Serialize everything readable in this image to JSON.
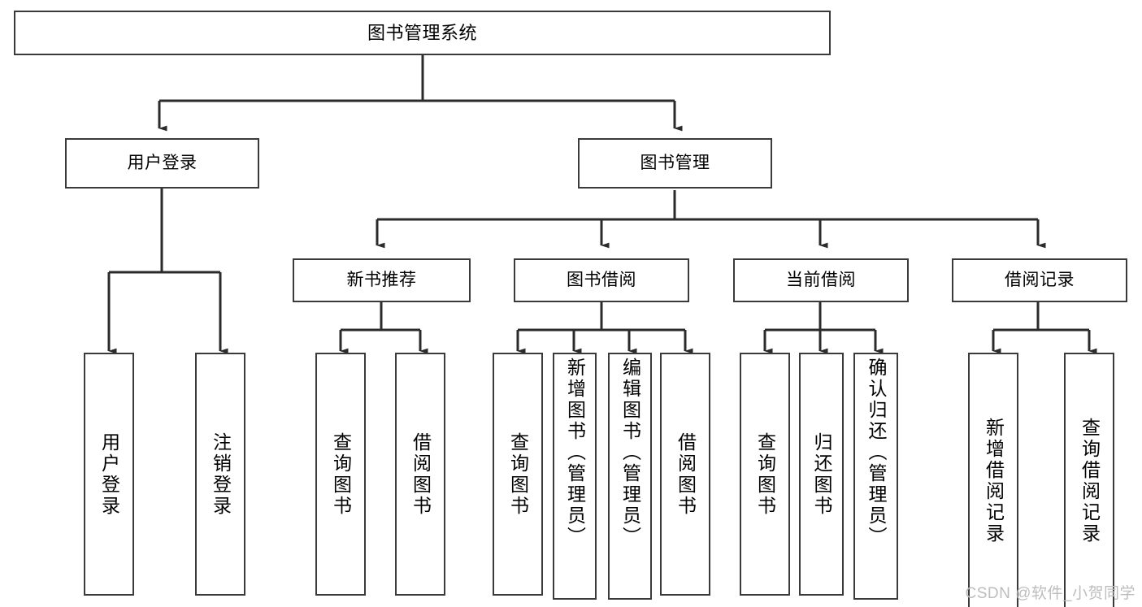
{
  "diagram": {
    "type": "tree-hierarchy",
    "title": "图书管理系统",
    "orientation": "top-down",
    "colors": {
      "box_border": "#3a3a3a",
      "box_fill": "#ffffff",
      "connector": "#2b2b2b",
      "text": "#000000",
      "watermark": "#bdbdbd"
    },
    "root": {
      "label": "图书管理系统",
      "text_direction": "horizontal"
    },
    "level2": [
      {
        "label": "用户登录",
        "text_direction": "horizontal"
      },
      {
        "label": "图书管理",
        "text_direction": "horizontal"
      }
    ],
    "level3": [
      {
        "label": "新书推荐",
        "text_direction": "horizontal",
        "parent": "图书管理"
      },
      {
        "label": "图书借阅",
        "text_direction": "horizontal",
        "parent": "图书管理"
      },
      {
        "label": "当前借阅",
        "text_direction": "horizontal",
        "parent": "图书管理"
      },
      {
        "label": "借阅记录",
        "text_direction": "horizontal",
        "parent": "图书管理"
      }
    ],
    "leaves": {
      "user_login": [
        {
          "label": "用户登录",
          "text_direction": "vertical"
        },
        {
          "label": "注销登录",
          "text_direction": "vertical"
        }
      ],
      "new_book_recommend": [
        {
          "label": "查询图书",
          "text_direction": "vertical"
        },
        {
          "label": "借阅图书",
          "text_direction": "vertical"
        }
      ],
      "book_borrow": [
        {
          "label": "查询图书",
          "text_direction": "vertical"
        },
        {
          "label": "新增图书（管理员）",
          "text_direction": "vertical"
        },
        {
          "label": "编辑图书（管理员）",
          "text_direction": "vertical"
        },
        {
          "label": "借阅图书",
          "text_direction": "vertical"
        }
      ],
      "current_borrow": [
        {
          "label": "查询图书",
          "text_direction": "vertical"
        },
        {
          "label": "归还图书",
          "text_direction": "vertical"
        },
        {
          "label": "确认归还（管理员）",
          "text_direction": "vertical"
        }
      ],
      "borrow_record": [
        {
          "label": "新增借阅记录",
          "text_direction": "vertical"
        },
        {
          "label": "查询借阅记录",
          "text_direction": "vertical"
        }
      ]
    }
  },
  "watermark": {
    "text": "CSDN @软件_小贺同学"
  }
}
